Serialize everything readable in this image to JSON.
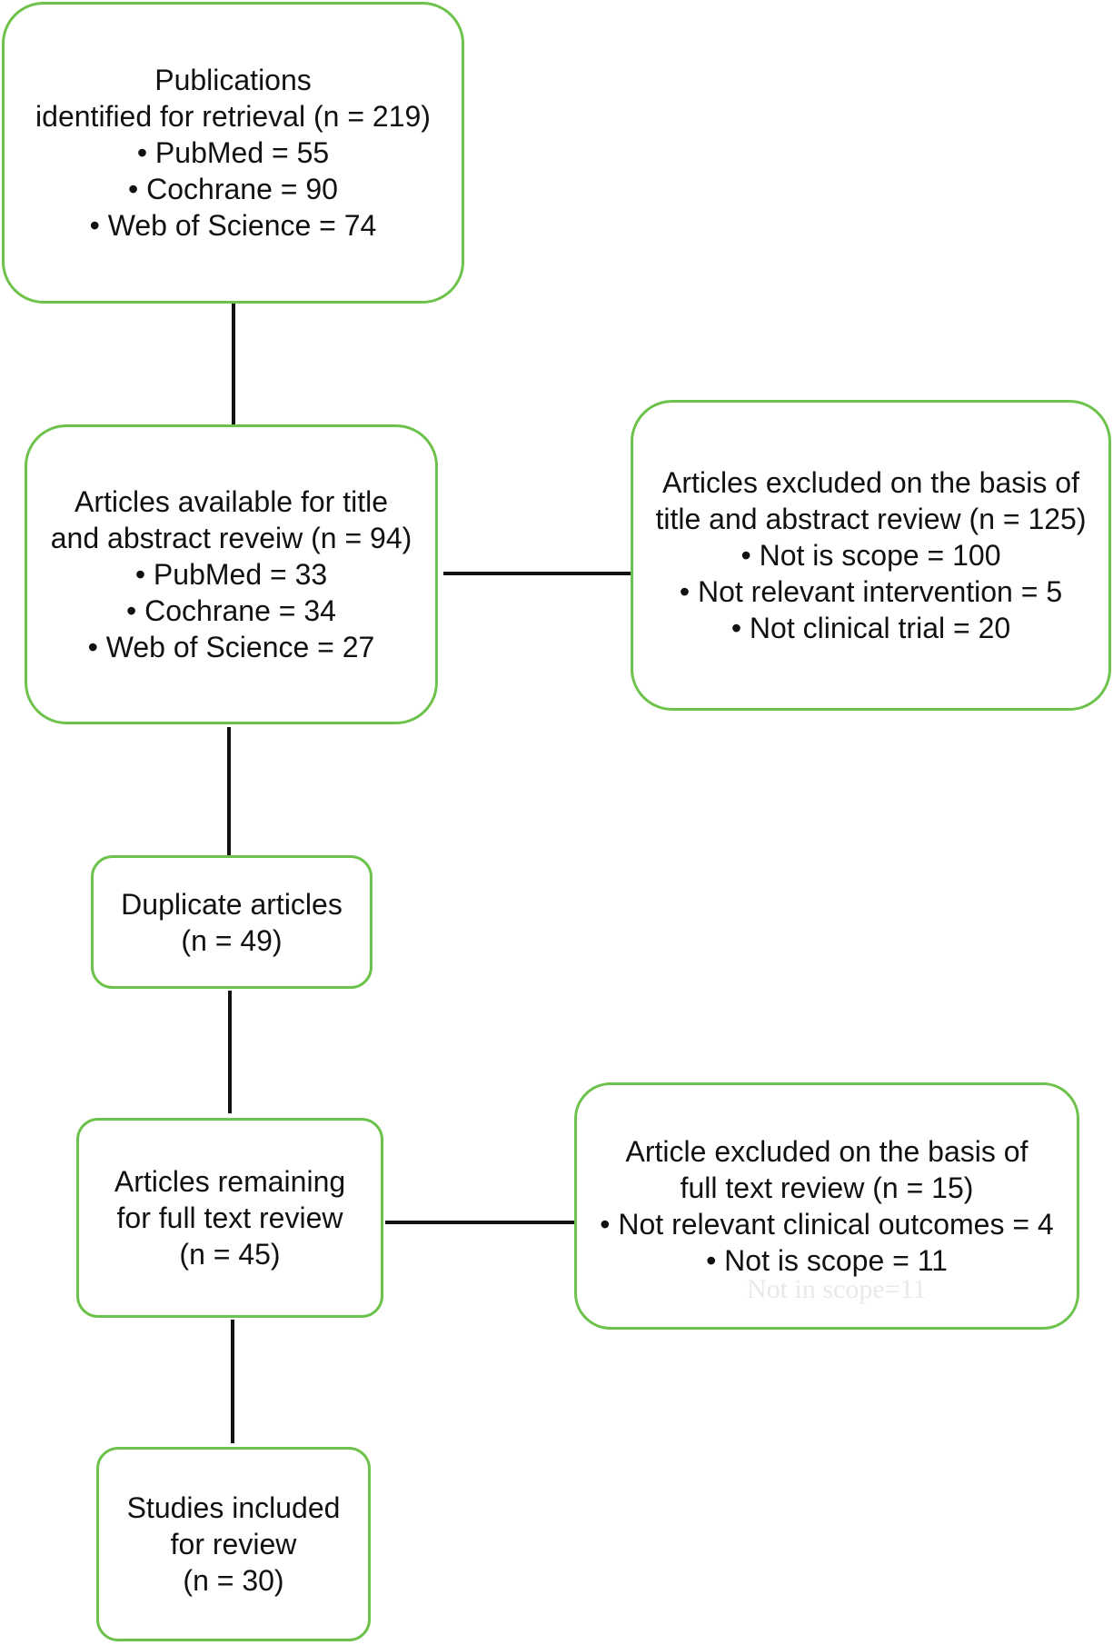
{
  "diagram": {
    "publications_box": {
      "lines": [
        "Publications",
        "identified for retrieval (n = 219)",
        "• PubMed = 55",
        "• Cochrane = 90",
        "• Web of Science = 74"
      ]
    },
    "available_box": {
      "lines": [
        "Articles available for title",
        "and abstract reveiw (n = 94)",
        "• PubMed = 33",
        "• Cochrane = 34",
        "• Web of Science = 27"
      ]
    },
    "excluded_abstract_box": {
      "lines": [
        "Articles excluded on the basis of",
        "title and abstract review (n = 125)",
        "• Not is scope = 100",
        "• Not relevant intervention = 5",
        "• Not clinical trial = 20"
      ]
    },
    "duplicate_box": {
      "lines": [
        "Duplicate articles",
        "(n = 49)"
      ]
    },
    "remaining_box": {
      "lines": [
        "Articles remaining",
        "for full text review",
        "(n = 45)"
      ]
    },
    "excluded_fulltext_box": {
      "lines": [
        "Article excluded on the basis of",
        "full text review (n = 15)",
        "• Not relevant clinical outcomes = 4",
        "• Not is scope = 11"
      ],
      "ghost_text": "Not in scope=11"
    },
    "included_box": {
      "lines": [
        "Studies included",
        "for review",
        "(n = 30)"
      ]
    }
  },
  "colors": {
    "box_border": "#6cc24a",
    "connector": "#111111",
    "text": "#111111"
  }
}
